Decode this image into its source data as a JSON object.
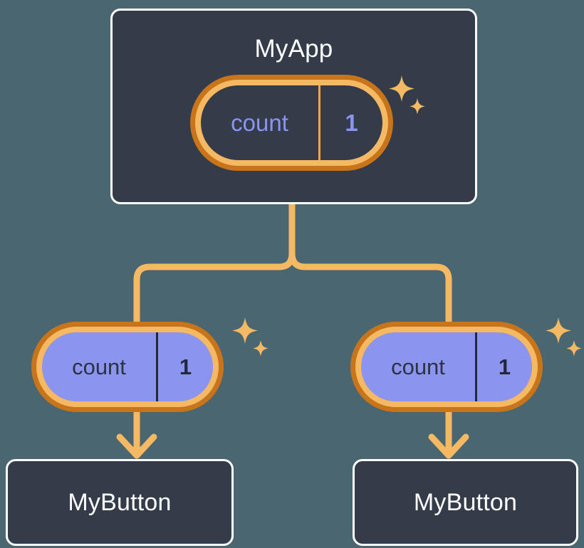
{
  "theme": {
    "background": "#4a6670",
    "card_fill": "#343b49",
    "card_border": "#ffffff",
    "pill_ring_outer": "#c8741a",
    "pill_ring_inner": "#f5b963",
    "pill_child_fill": "#8b94ef",
    "state_text_purple": "#8b94ef",
    "state_text_dark": "#23293a",
    "connector": "#f5b963",
    "sparkle": "#f5b963"
  },
  "diagram": {
    "type": "component-tree",
    "root": {
      "card_label": "MyApp",
      "state_pill": {
        "key": "count",
        "value": "1"
      },
      "sparkle_icon": "sparkles-icon"
    },
    "children": [
      {
        "state_pill": {
          "key": "count",
          "value": "1"
        },
        "sparkle_icon": "sparkles-icon",
        "card_label": "MyButton"
      },
      {
        "state_pill": {
          "key": "count",
          "value": "1"
        },
        "sparkle_icon": "sparkles-icon",
        "card_label": "MyButton"
      }
    ],
    "connectors": {
      "style": "rounded-elbow",
      "arrowheads": "chevron-down"
    }
  }
}
